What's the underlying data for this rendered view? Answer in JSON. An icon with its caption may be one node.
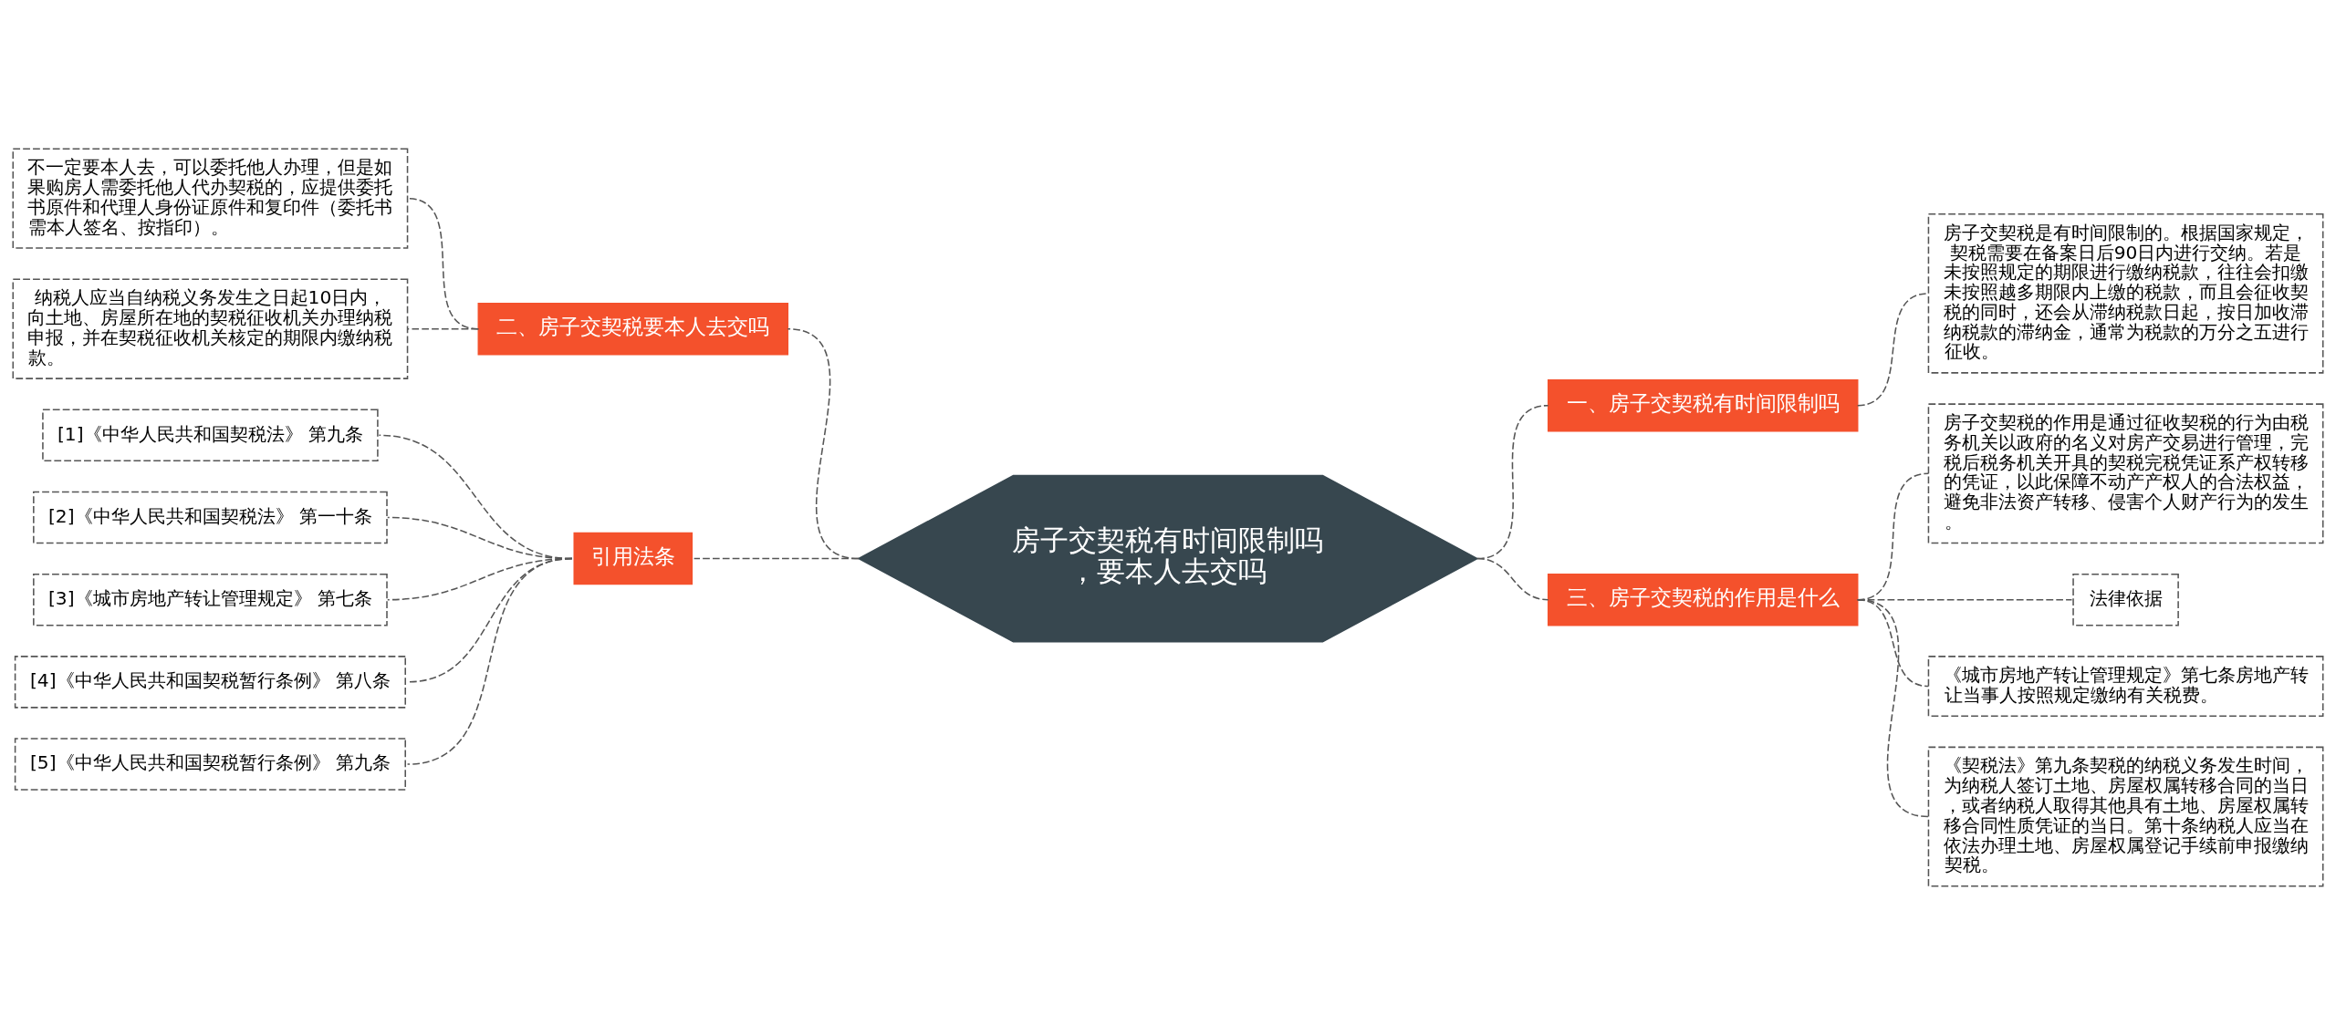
{
  "diagram": {
    "nodes": [
      {
        "text": [
          "房子交契税有时间限制吗，要本人去交吗"
        ]
      },
      {
        "text": [
          "二、房子交契税要本人去交吗"
        ]
      },
      {
        "text": [
          "不一定要本人去，可以委托他人办理，但是如果购房人需委托他人代办契税的，应提供委托书原件和代理人身份证原件和复印件（委托书需本人签名、按指印）。"
        ]
      },
      {
        "text": [
          "纳税人应当自纳税义务发生之日起10日内，向土地、房屋所在地的契税征收机关办理纳税申报，并在契税征收机关核定的期限内缴纳税款。"
        ]
      },
      {
        "text": [
          "引用法条"
        ]
      },
      {
        "text": [
          "[1]《中华人民共和国契税法》 第九条"
        ]
      },
      {
        "text": [
          "[2]《中华人民共和国契税法》 第一十条"
        ]
      },
      {
        "text": [
          "[3]《城市房地产转让管理规定》 第七条"
        ]
      },
      {
        "text": [
          "[4]《中华人民共和国契税暂行条例》 第八条"
        ]
      },
      {
        "text": [
          "[5]《中华人民共和国契税暂行条例》 第九条"
        ]
      },
      {
        "text": [
          "一、房子交契税有时间限制吗"
        ]
      },
      {
        "text": [
          "房子交契税是有时间限制的。根据国家规定，契税需要在备案日后90日内进行交纳。若是未按照规定的期限进行缴纳税款，往往会扣缴未按照越多期限内上缴的税款，而且会征收契税的同时，还会从滞纳税款日起，按日加收滞纳税款的滞纳金，通常为税款的万分之五进行征收。"
        ]
      },
      {
        "text": [
          "三、房子交契税的作用是什么"
        ]
      },
      {
        "text": [
          "房子交契税的作用是通过征收契税的行为由税务机关以政府的名义对房产交易进行管理，完税后税务机关开具的契税完税凭证系产权转移的凭证，以此保障不动产产权人的合法权益，避免非法资产转移、侵害个人财产行为的发生。"
        ]
      },
      {
        "text": [
          "法律依据"
        ]
      },
      {
        "text": [
          "《城市房地产转让管理规定》第七条房地产转让当事人按照规定缴纳有关税费。"
        ]
      },
      {
        "text": [
          "《契税法》第九条契税的纳税义务发生时间，为纳税人签订土地、房屋权属转移合同的当日，或者纳税人取得其他具有土地、房屋权属转移合同性质凭证的当日。第十条纳税人应当在依法办理土地、房屋权属登记手续前申报缴纳契税。"
        ]
      }
    ],
    "edges": [
      {
        "from": 0,
        "to": 1,
        "arrow": "none",
        "style": "dashed"
      },
      {
        "from": 1,
        "to": 2,
        "arrow": "none",
        "style": "dashed"
      },
      {
        "from": 1,
        "to": 3,
        "arrow": "none",
        "style": "dashed"
      },
      {
        "from": 0,
        "to": 4,
        "arrow": "none",
        "style": "dashed"
      },
      {
        "from": 4,
        "to": 5,
        "arrow": "none",
        "style": "dashed"
      },
      {
        "from": 4,
        "to": 6,
        "arrow": "none",
        "style": "dashed"
      },
      {
        "from": 4,
        "to": 7,
        "arrow": "none",
        "style": "dashed"
      },
      {
        "from": 4,
        "to": 8,
        "arrow": "none",
        "style": "dashed"
      },
      {
        "from": 4,
        "to": 9,
        "arrow": "none",
        "style": "dashed"
      },
      {
        "from": 0,
        "to": 10,
        "arrow": "none",
        "style": "dashed"
      },
      {
        "from": 10,
        "to": 11,
        "arrow": "none",
        "style": "dashed"
      },
      {
        "from": 0,
        "to": 12,
        "arrow": "none",
        "style": "dashed"
      },
      {
        "from": 12,
        "to": 13,
        "arrow": "none",
        "style": "dashed"
      },
      {
        "from": 12,
        "to": 14,
        "arrow": "none",
        "style": "dashed"
      },
      {
        "from": 12,
        "to": 15,
        "arrow": "none",
        "style": "dashed"
      },
      {
        "from": 12,
        "to": 16,
        "arrow": "none",
        "style": "dashed"
      }
    ]
  }
}
